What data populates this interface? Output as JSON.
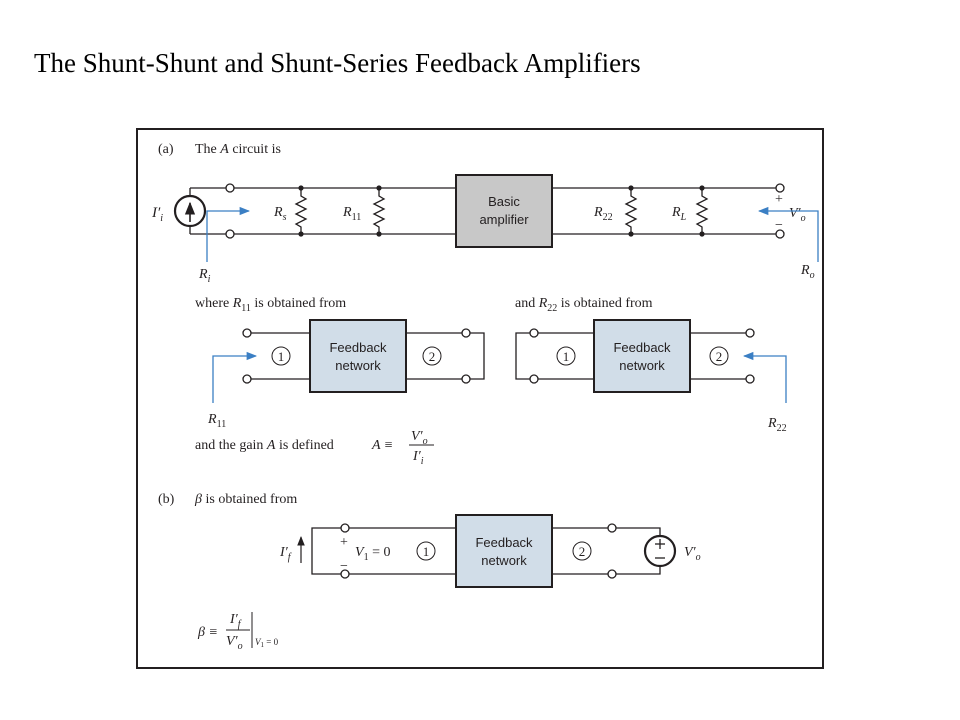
{
  "slide_title": "The Shunt-Shunt and Shunt-Series Feedback Amplifiers",
  "colors": {
    "panel_border": "#231f20",
    "basic_amp_fill": "#c8c8c8",
    "feedback_fill": "#d1dde8",
    "arrow_color": "#3b7fc4"
  },
  "part_a": {
    "label": "(a)",
    "caption_prefix": "The",
    "caption_var": "A",
    "caption_suffix": "circuit is",
    "source_label": "I′",
    "source_sub": "i",
    "rs_label": "R",
    "rs_sub": "s",
    "r11_label": "R",
    "r11_sub": "11",
    "amp_line1": "Basic",
    "amp_line2": "amplifier",
    "r22_label": "R",
    "r22_sub": "22",
    "rl_label": "R",
    "rl_sub": "L",
    "plus": "+",
    "minus": "−",
    "vo_label": "V′",
    "vo_sub": "o",
    "ri_label": "R",
    "ri_sub": "i",
    "ro_label": "R",
    "ro_sub": "o",
    "where_prefix": "where",
    "where_var": "R",
    "where_sub": "11",
    "where_suffix": "is obtained from",
    "and_prefix": "and",
    "and_var": "R",
    "and_sub": "22",
    "and_suffix": "is obtained from",
    "fb_line1": "Feedback",
    "fb_line2": "network",
    "port1": "1",
    "port2": "2",
    "r11_arrow_label": "R",
    "r11_arrow_sub": "11",
    "r22_arrow_label": "R",
    "r22_arrow_sub": "22",
    "gain_text": "and the gain",
    "gain_var": "A",
    "gain_suffix": "is defined",
    "gain_lhs": "A ≡",
    "gain_num": "V′",
    "gain_num_sub": "o",
    "gain_den": "I′",
    "gain_den_sub": "i"
  },
  "part_b": {
    "label": "(b)",
    "caption_var": "β",
    "caption_suffix": "is obtained from",
    "if_label": "I′",
    "if_sub": "f",
    "plus": "+",
    "minus": "−",
    "v1_var": "V",
    "v1_sub": "1",
    "v1_eq": "= 0",
    "fb_line1": "Feedback",
    "fb_line2": "network",
    "port1": "1",
    "port2": "2",
    "vo_label": "V′",
    "vo_sub": "o",
    "beta_lhs": "β ≡",
    "beta_num": "I′",
    "beta_num_sub": "f",
    "beta_den": "V′",
    "beta_den_sub": "o",
    "beta_cond_var": "V",
    "beta_cond_sub": "1",
    "beta_cond_eq": "= 0"
  }
}
